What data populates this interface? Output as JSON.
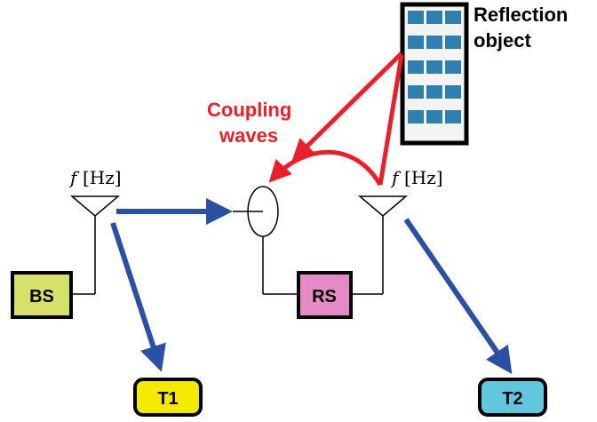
{
  "reflection_object": {
    "line1": "Reflection",
    "line2": "object"
  },
  "coupling_waves": {
    "line1": "Coupling",
    "line2": "waves"
  },
  "antenna_left": {
    "f_symbol": "f",
    "unit": "[Hz]"
  },
  "antenna_right": {
    "f_symbol": "f",
    "unit": "[Hz]"
  },
  "nodes": {
    "bs": {
      "label": "BS"
    },
    "rs": {
      "label": "RS"
    },
    "t1": {
      "label": "T1"
    },
    "t2": {
      "label": "T2"
    }
  },
  "colors": {
    "blue_arrow": "#2b4fa3",
    "red_arrow": "#e8202a",
    "bs_fill": "#d5e16a",
    "rs_fill": "#e58ac4",
    "t1_fill": "#f4ea00",
    "t2_fill": "#62c7de",
    "building_fill": "#f3f3f3",
    "window_fill": "#2e7fad"
  }
}
